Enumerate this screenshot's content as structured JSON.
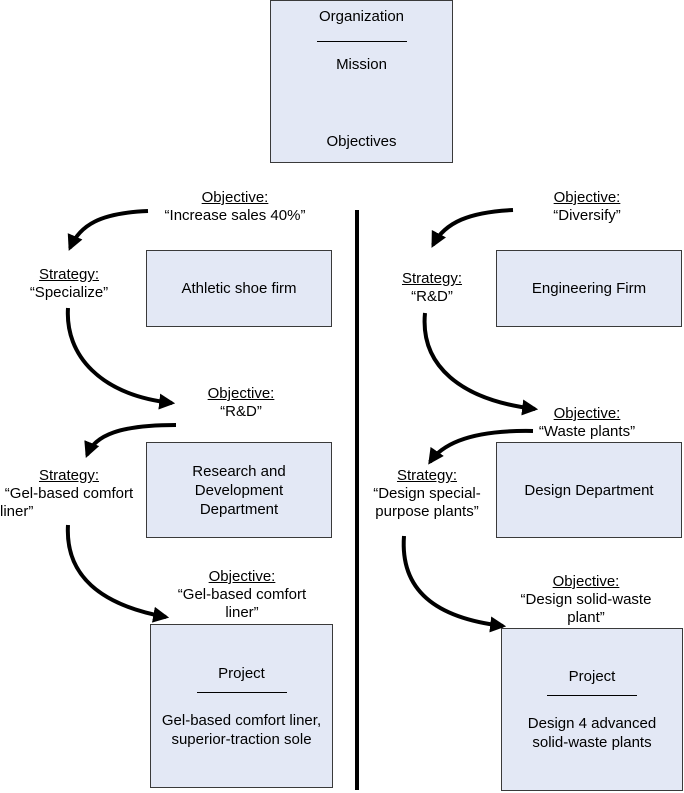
{
  "top": {
    "org": "Organization",
    "mission": "Mission",
    "objectives": "Objectives"
  },
  "left": {
    "obj1": {
      "heading": "Objective:",
      "text": "“Increase sales 40%”"
    },
    "strat1": {
      "heading": "Strategy:",
      "text": "“Specialize”"
    },
    "box1": "Athletic shoe firm",
    "obj2": {
      "heading": "Objective:",
      "text": "“R&D”"
    },
    "strat2": {
      "heading": "Strategy:",
      "line1": "“Gel-based comfort",
      "line2": "liner”"
    },
    "box2": {
      "line1": "Research and",
      "line2": "Development",
      "line3": "Department"
    },
    "obj3": {
      "heading": "Objective:",
      "line1": "“Gel-based comfort",
      "line2": "liner”"
    },
    "project": {
      "title": "Project",
      "line1": "Gel-based comfort liner,",
      "line2": "superior-traction sole"
    }
  },
  "right": {
    "obj1": {
      "heading": "Objective:",
      "text": "“Diversify”"
    },
    "strat1": {
      "heading": "Strategy:",
      "text": "“R&D”"
    },
    "box1": "Engineering Firm",
    "obj2": {
      "heading": "Objective:",
      "text": "“Waste plants”"
    },
    "strat2": {
      "heading": "Strategy:",
      "line1": "“Design special-",
      "line2": "purpose plants”"
    },
    "box2": "Design Department",
    "obj3": {
      "heading": "Objective:",
      "line1": "“Design solid-waste",
      "line2": "plant”"
    },
    "project": {
      "title": "Project",
      "line1": "Design 4 advanced",
      "line2": "solid-waste plants"
    }
  }
}
